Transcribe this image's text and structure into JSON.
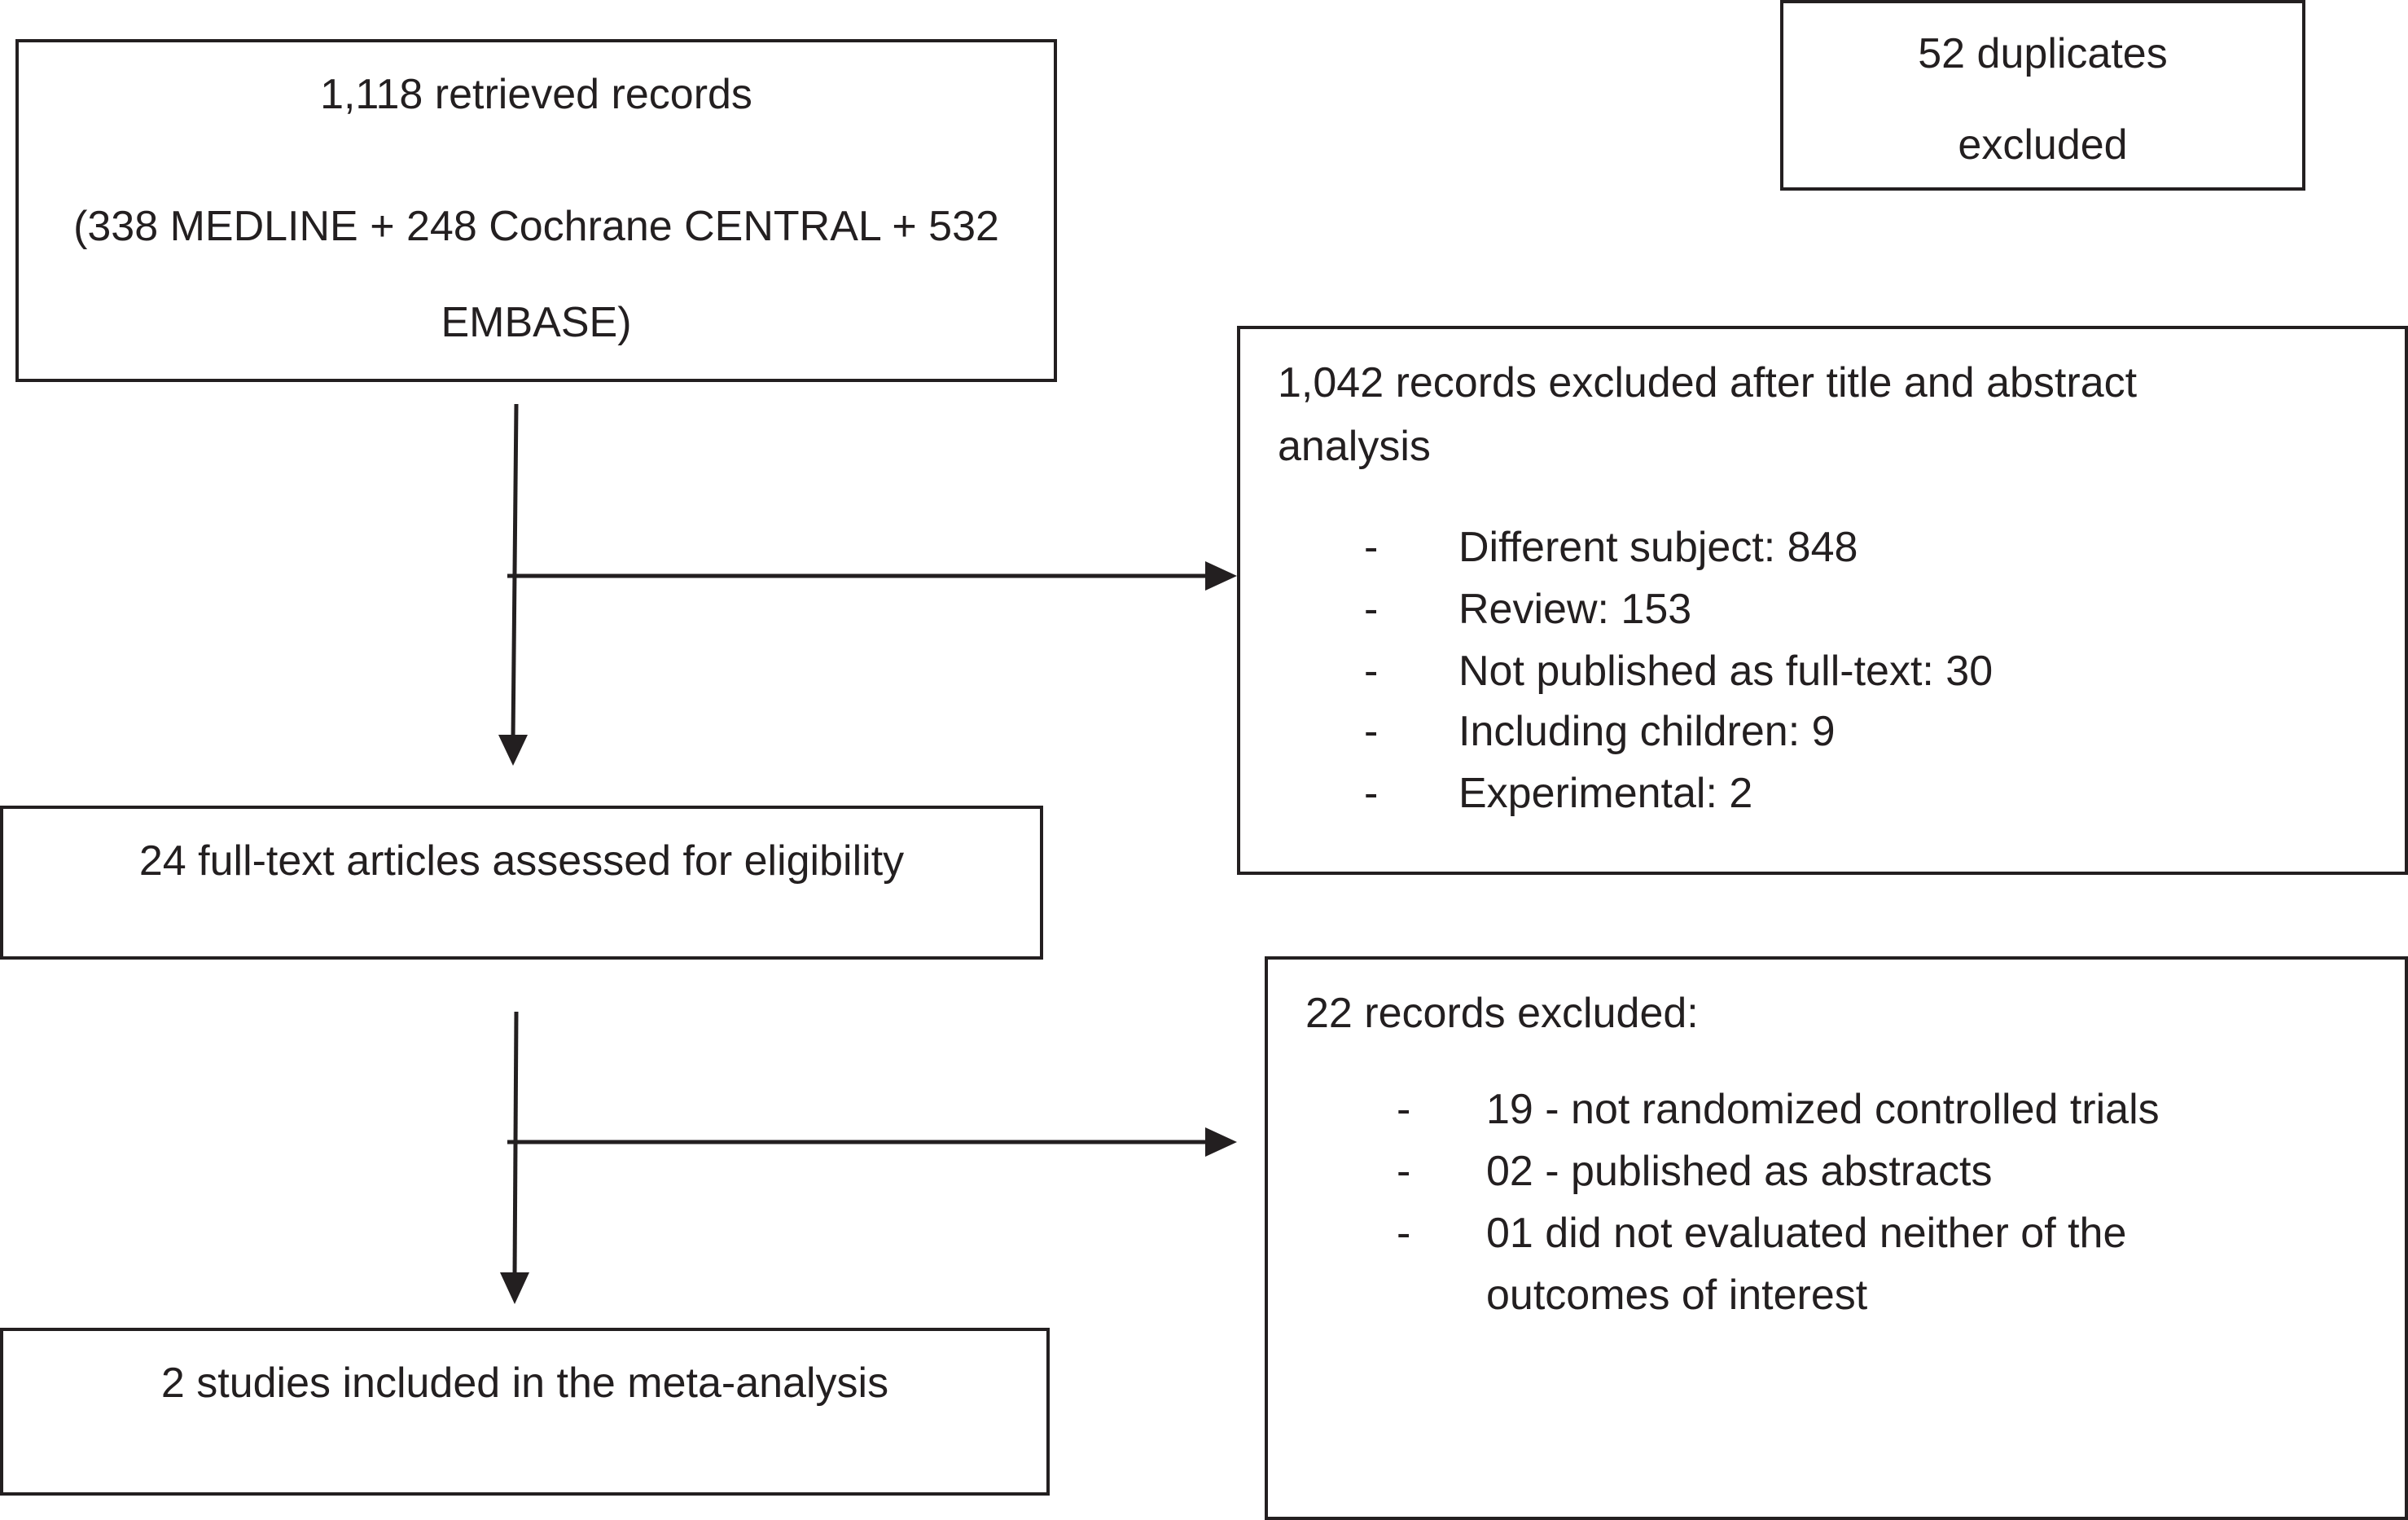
{
  "boxes": {
    "retrieved": {
      "line1": "1,118 retrieved records",
      "line2": "(338 MEDLINE + 248 Cochrane CENTRAL + 532",
      "line3": "EMBASE)"
    },
    "duplicates": {
      "line1": "52 duplicates",
      "line2": "excluded"
    },
    "excluded_title": {
      "line1": "1,042 records excluded after title and abstract",
      "line2": "analysis",
      "items": [
        {
          "dash": "-",
          "text": "Different subject: 848"
        },
        {
          "dash": "-",
          "text": "Review: 153"
        },
        {
          "dash": "-",
          "text": "Not published as full-text: 30"
        },
        {
          "dash": "-",
          "text": "Including children: 9"
        },
        {
          "dash": "-",
          "text": "Experimental: 2"
        }
      ]
    },
    "fulltext": {
      "line1": "24 full-text articles assessed for eligibility"
    },
    "excluded_records": {
      "line1": "22 records excluded:",
      "items": [
        {
          "dash": "-",
          "text": "19 - not randomized controlled trials"
        },
        {
          "dash": "-",
          "text": "02 - published as abstracts"
        },
        {
          "dash": "-",
          "text": "01 did not evaluated neither of the"
        },
        {
          "dash": "",
          "text": "outcomes of interest"
        }
      ]
    },
    "included": {
      "line1": "2 studies included in the meta-analysis"
    }
  },
  "colors": {
    "stroke": "#231f20",
    "background": "#ffffff"
  }
}
